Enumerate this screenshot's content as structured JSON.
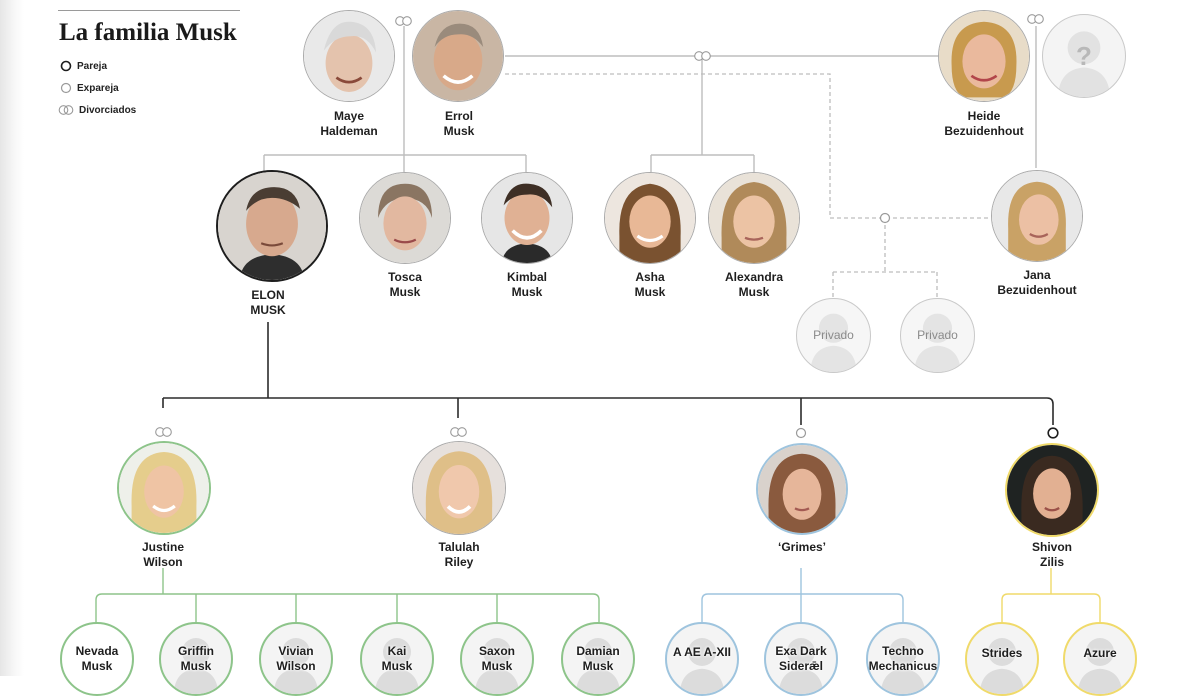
{
  "title": "La familia Musk",
  "legend": {
    "pareja": "Pareja",
    "expareja": "Expareja",
    "divorciados": "Divorciados"
  },
  "colors": {
    "line": "#2b2b2b",
    "gray": "#bdbdbd",
    "green": "#8dc48a",
    "blue": "#9ec4de",
    "yellow": "#f0da6a"
  },
  "people": {
    "maye": [
      "Maye",
      "Haldeman"
    ],
    "errol": [
      "Errol",
      "Musk"
    ],
    "heide": [
      "Heide",
      "Bezuidenhout"
    ],
    "unknown": "?",
    "elon": [
      "ELON",
      "MUSK"
    ],
    "tosca": [
      "Tosca",
      "Musk"
    ],
    "kimbal": [
      "Kimbal",
      "Musk"
    ],
    "asha": [
      "Asha",
      "Musk"
    ],
    "alexandra": [
      "Alexandra",
      "Musk"
    ],
    "jana": [
      "Jana",
      "Bezuidenhout"
    ],
    "privado1": "Privado",
    "privado2": "Privado",
    "justine": [
      "Justine",
      "Wilson"
    ],
    "talulah": [
      "Talulah",
      "Riley"
    ],
    "grimes": [
      "‘Grimes’",
      ""
    ],
    "shivon": [
      "Shivon",
      "Zilis"
    ]
  },
  "children": {
    "nevada": [
      "Nevada",
      "Musk"
    ],
    "griffin": [
      "Griffin",
      "Musk"
    ],
    "vivian": [
      "Vivian",
      "Wilson"
    ],
    "kai": [
      "Kai",
      "Musk"
    ],
    "saxon": [
      "Saxon",
      "Musk"
    ],
    "damian": [
      "Damian",
      "Musk"
    ],
    "xaexii": [
      "A AE A-XII",
      ""
    ],
    "exa": [
      "Exa Dark",
      "Siderǣl"
    ],
    "techno": [
      "Techno",
      "Mechanicus"
    ],
    "strides": [
      "Strides",
      ""
    ],
    "azure": [
      "Azure",
      ""
    ]
  }
}
